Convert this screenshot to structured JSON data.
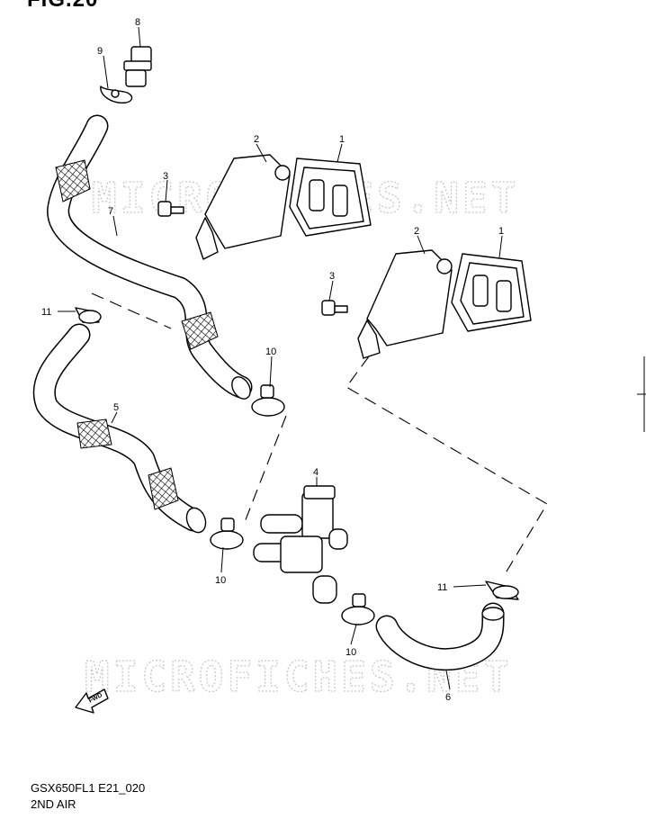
{
  "figure": {
    "title": "FIG.20",
    "model_code": "GSX650FL1 E21_020",
    "section_name": "2ND AIR"
  },
  "watermark": "MICROFICHES.NET",
  "fwd_label": "FWD",
  "callouts": [
    {
      "id": "c1a",
      "label": "1"
    },
    {
      "id": "c1b",
      "label": "1"
    },
    {
      "id": "c2a",
      "label": "2"
    },
    {
      "id": "c2b",
      "label": "2"
    },
    {
      "id": "c3a",
      "label": "3"
    },
    {
      "id": "c3b",
      "label": "3"
    },
    {
      "id": "c4",
      "label": "4"
    },
    {
      "id": "c5",
      "label": "5"
    },
    {
      "id": "c6",
      "label": "6"
    },
    {
      "id": "c7",
      "label": "7"
    },
    {
      "id": "c8",
      "label": "8"
    },
    {
      "id": "c9",
      "label": "9"
    },
    {
      "id": "c10a",
      "label": "10"
    },
    {
      "id": "c10b",
      "label": "10"
    },
    {
      "id": "c10c",
      "label": "10"
    },
    {
      "id": "c11a",
      "label": "11"
    },
    {
      "id": "c11b",
      "label": "11"
    }
  ]
}
